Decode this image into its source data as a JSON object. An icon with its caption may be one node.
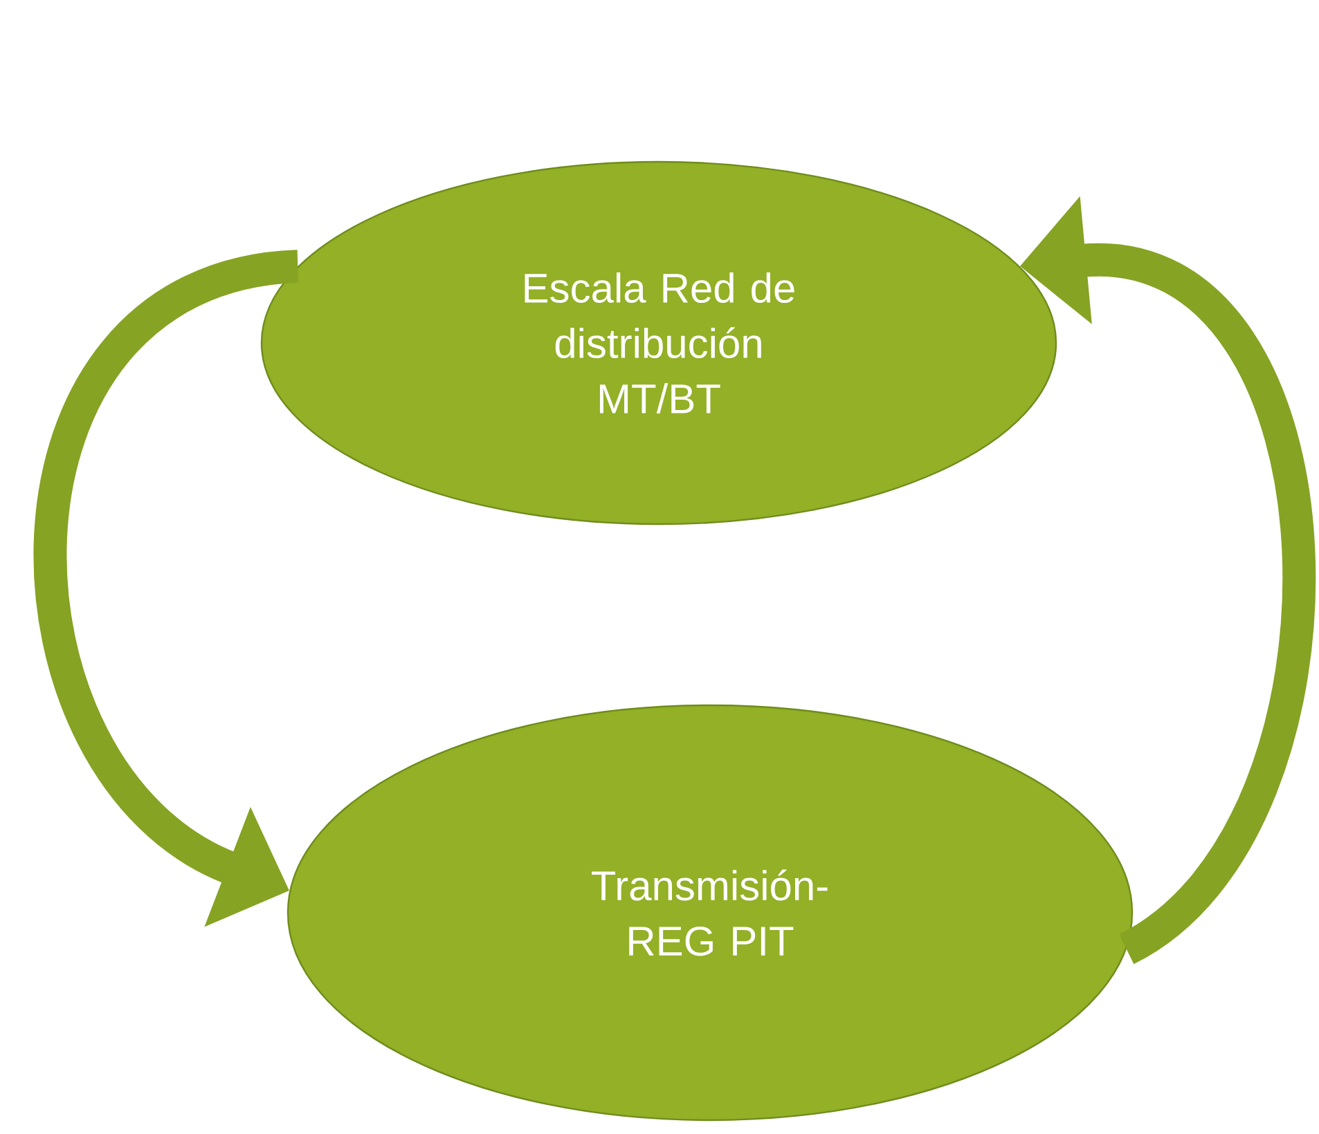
{
  "diagram": {
    "nodes": [
      {
        "text": [
          "Escala Red de distribución MT/BT"
        ]
      },
      {
        "text": [
          "Transmisión- REG PIT"
        ]
      }
    ],
    "edges": [
      {
        "from": 0,
        "to": 1,
        "arrow": "to"
      },
      {
        "from": 1,
        "to": 0,
        "arrow": "to"
      }
    ]
  }
}
